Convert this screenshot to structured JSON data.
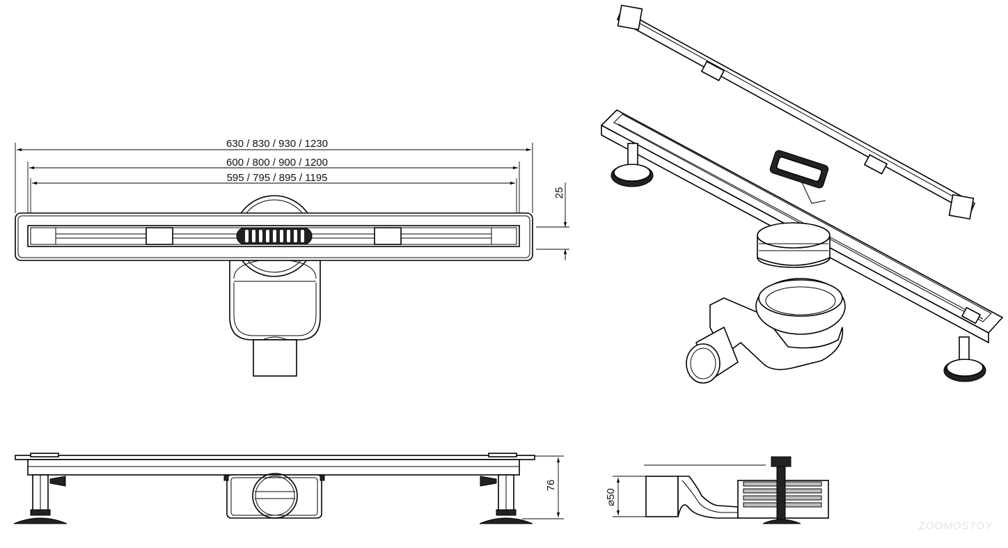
{
  "dimensions": {
    "overall_length": "630 / 830 / 930 / 1230",
    "nominal_length": "600 / 800 / 900 / 1200",
    "grate_length": "595 / 795 / 895 / 1195",
    "channel_height": "25",
    "total_height": "76",
    "outlet_diameter": "⌀50"
  },
  "watermark": "ZOOMOSTOY"
}
